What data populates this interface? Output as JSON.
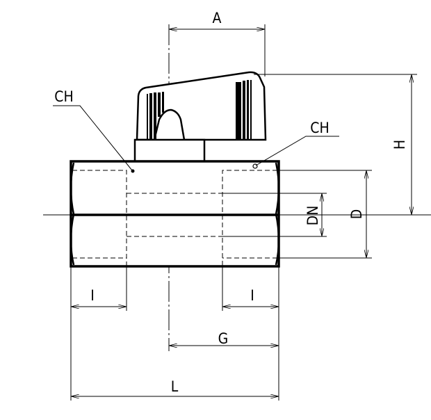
{
  "labels": {
    "A": "A",
    "H": "H",
    "DN": "DN",
    "D": "D",
    "G": "G",
    "L": "L",
    "I_left": "I",
    "I_right": "I",
    "CH_left": "CH",
    "CH_right": "CH"
  }
}
